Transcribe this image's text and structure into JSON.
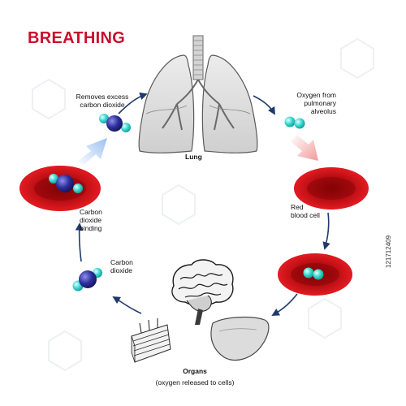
{
  "title": "BREATHING",
  "labels": {
    "lung": "Lung",
    "removes_line1": "Removes excess",
    "removes_line2": "carbon dioxide",
    "oxygen_line1": "Oxygen from",
    "oxygen_line2": "pulmonary",
    "oxygen_line3": "alveolus",
    "rbc_line1": "Red",
    "rbc_line2": "blood cell",
    "binding_line1": "Carbon",
    "binding_line2": "dioxide",
    "binding_line3": "binding",
    "co2_line1": "Carbon",
    "co2_line2": "dioxide",
    "organs": "Organs",
    "organs_sub": "(oxygen released to cells)"
  },
  "stock_id": "121712409",
  "colors": {
    "title": "#c8102e",
    "arrow": "#1f3a6b",
    "blood_cell": "#c4101a",
    "carbon_atom": "#2e2f9a",
    "oxygen_atom": "#34d6cf",
    "organ_gray": "#d8d8d8",
    "highlight_arrow_blue": "#a9c8f0",
    "highlight_arrow_pink": "#f3a7a7"
  },
  "icons": [
    "lung-icon",
    "brain-icon",
    "liver-icon",
    "skin-tissue-icon",
    "red-blood-cell-icon",
    "co2-molecule-icon",
    "o2-molecule-icon"
  ]
}
